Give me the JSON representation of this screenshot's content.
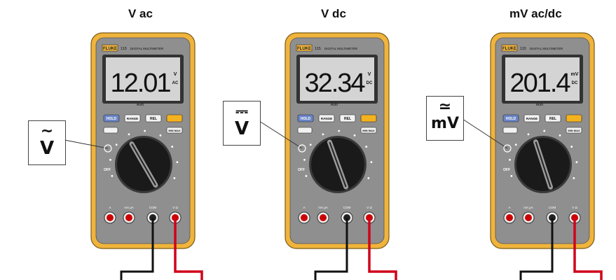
{
  "meters": [
    {
      "title": "V ac",
      "brand": "FLUKE",
      "model": "115",
      "subtitle": "DIGITAL MULTIMETER",
      "reading": "12.01",
      "unit_top": "V",
      "unit_bottom": "AC",
      "range_mode": "Auto",
      "callout": {
        "mark": "~",
        "letter": "V"
      }
    },
    {
      "title": "V dc",
      "brand": "FLUKE",
      "model": "115",
      "subtitle": "DIGITAL MULTIMETER",
      "reading": "32.34",
      "unit_top": "V",
      "unit_bottom": "DC",
      "range_mode": "Auto",
      "callout": {
        "mark": "⎓",
        "letter": "V"
      }
    },
    {
      "title": "mV ac/dc",
      "brand": "FLUKE",
      "model": "115",
      "subtitle": "DIGITAL MULTIMETER",
      "reading": "201.4",
      "unit_top": "mV",
      "unit_bottom": "DC",
      "range_mode": "Auto",
      "callout": {
        "mark": "≃",
        "letter": "mV"
      }
    }
  ],
  "buttons": {
    "hold": "HOLD",
    "range": "RANGE",
    "rel": "REL",
    "minmax": "MIN MAX",
    "off": "OFF"
  },
  "jacks": {
    "a": "A",
    "ma": "mA μA",
    "com": "COM",
    "v": "V Ω"
  },
  "colors": {
    "case": "#f0b43c",
    "body": "#8f8f8f",
    "lcd": "#d4d4d4",
    "dial": "#1a1a1a",
    "lead_black": "#111111",
    "lead_red": "#d0021b",
    "yellow_button": "#f5b21f",
    "blue_button": "#6b86c8"
  }
}
